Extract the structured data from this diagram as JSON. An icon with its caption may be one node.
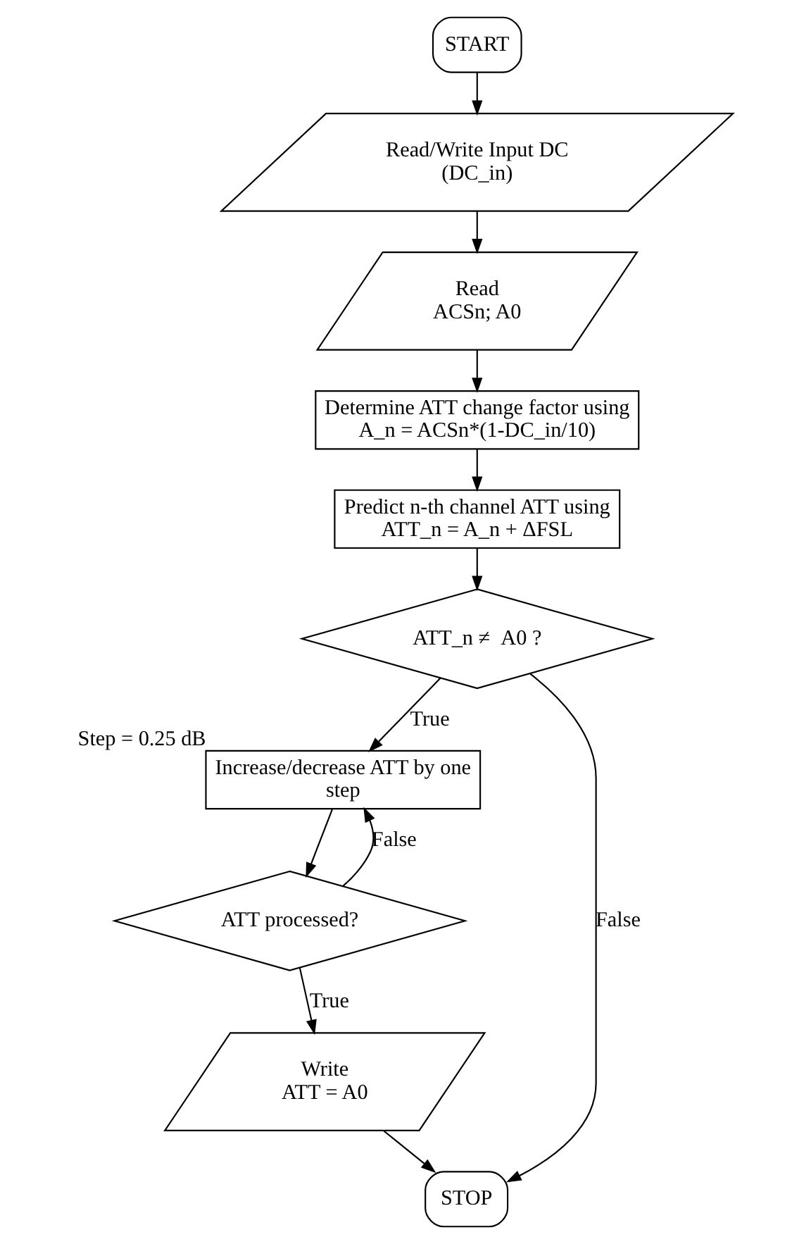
{
  "diagram": {
    "nodes": [
      {
        "text": [
          "START"
        ]
      },
      {
        "text": [
          "Read/Write Input DC (DC_in)"
        ]
      },
      {
        "text": [
          "Read ACSn; A0"
        ]
      },
      {
        "text": [
          "Determine ATT change factor using A_n = ACSn*(1-DC_in/10)"
        ]
      },
      {
        "text": [
          "Predict n-th channel ATT using ATT_n = A_n + ΔFSL"
        ]
      },
      {
        "text": [
          "ATT_n ≠  A0 ?"
        ]
      },
      {
        "text": [
          "Increase/decrease ATT by one step"
        ],
        "beside": [
          "Step = 0.25 dB"
        ]
      },
      {
        "text": [
          "ATT processed?"
        ]
      },
      {
        "text": [
          "Write ATT = A0"
        ]
      },
      {
        "text": [
          "STOP"
        ]
      }
    ],
    "edges": [
      {
        "from": 0,
        "to": 1,
        "arrow": "to"
      },
      {
        "from": 1,
        "to": 2,
        "arrow": "to"
      },
      {
        "from": 2,
        "to": 3,
        "arrow": "to"
      },
      {
        "from": 3,
        "to": 4,
        "arrow": "to"
      },
      {
        "from": 4,
        "to": 5,
        "arrow": "to"
      },
      {
        "from": 5,
        "to": 6,
        "arrow": "to",
        "label": "True"
      },
      {
        "from": 6,
        "to": 7,
        "arrow": "to"
      },
      {
        "from": 7,
        "to": 6,
        "arrow": "to",
        "label": "False"
      },
      {
        "from": 7,
        "to": 8,
        "arrow": "to",
        "label": "True"
      },
      {
        "from": 8,
        "to": 9,
        "arrow": "to"
      },
      {
        "from": 5,
        "to": 9,
        "arrow": "to",
        "label": "False"
      }
    ]
  }
}
